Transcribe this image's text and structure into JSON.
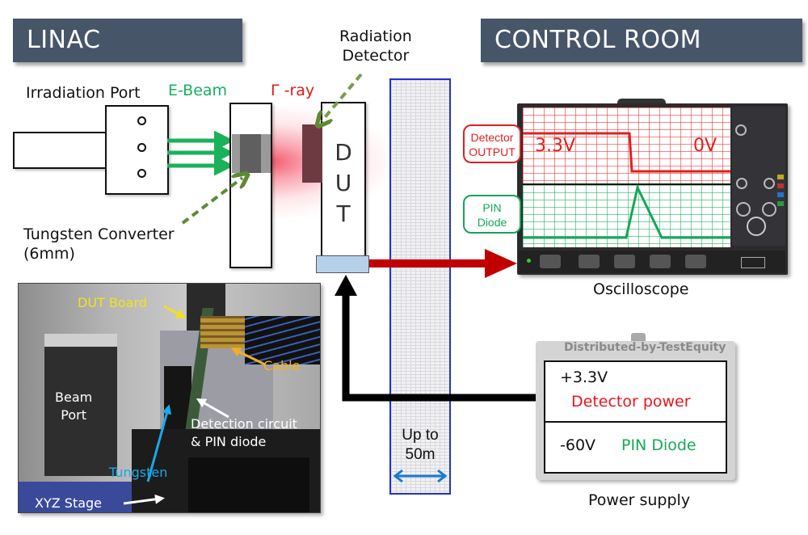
{
  "banners": {
    "left": "LINAC",
    "right": "CONTROL ROOM"
  },
  "linac": {
    "irradiation_port_label": "Irradiation Port",
    "ebeam_label": "E-Beam",
    "gamma_label": "Γ -ray",
    "radiation_detector_label_line1": "Radiation",
    "radiation_detector_label_line2": "Detector",
    "tungsten_label_line1": "Tungsten Converter",
    "tungsten_label_line2": "(6mm)",
    "dut_letters": [
      "D",
      "U",
      "T"
    ]
  },
  "photo": {
    "labels": {
      "dut_board": "DUT Board",
      "cable": "Cable",
      "beam_port_line1": "Beam",
      "beam_port_line2": "Port",
      "detection_line1": "Detection circuit",
      "detection_line2": "& PIN diode",
      "tungsten": "Tungsten",
      "xyz_stage": "XYZ Stage"
    }
  },
  "wall": {
    "distance_line1": "Up to",
    "distance_line2": "50m"
  },
  "oscilloscope": {
    "label": "Oscilloscope",
    "detector_tag_line1": "Detector",
    "detector_tag_line2": "OUTPUT",
    "pin_tag_line1": "PIN",
    "pin_tag_line2": "Diode",
    "high_level": "3.3V",
    "low_level": "0V",
    "colors": {
      "detector": "#e02020",
      "pin": "#16a55a"
    }
  },
  "power_supply": {
    "label": "Power supply",
    "watermark": "Distributed-by-TestEquity",
    "rows": [
      {
        "voltage": "+3.3V",
        "purpose": "Detector power",
        "color": "#e8141c"
      },
      {
        "voltage": "-60V",
        "purpose": "PIN Diode",
        "color": "#18a858"
      }
    ]
  }
}
